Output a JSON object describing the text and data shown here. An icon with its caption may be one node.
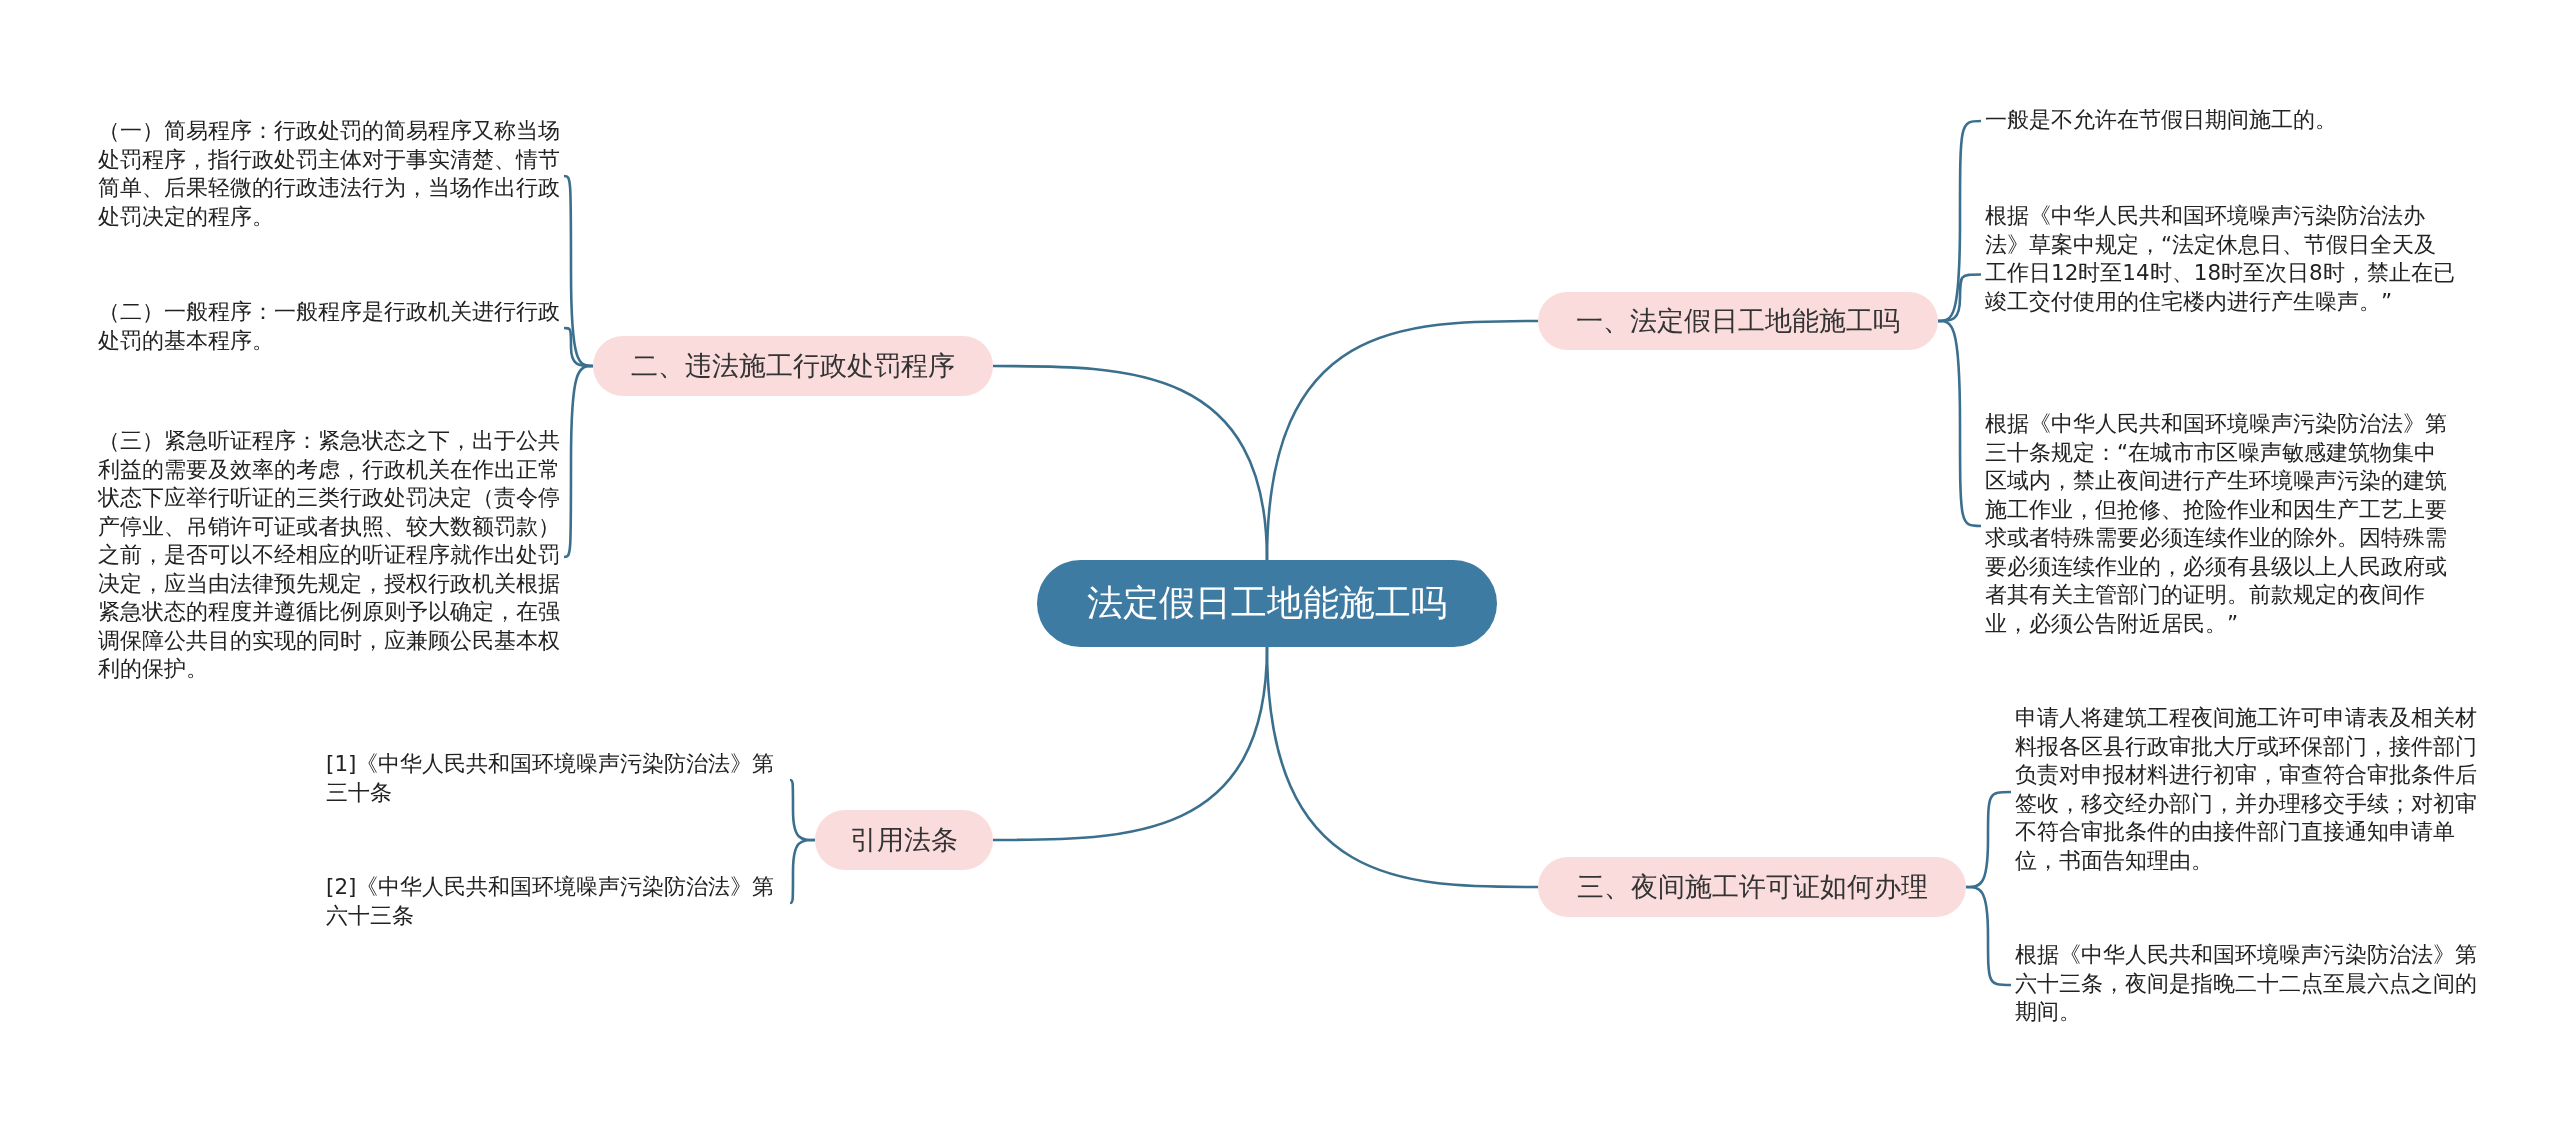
{
  "diagram": {
    "nodes": [
      {
        "text": [
          "法定假日工地能施工吗"
        ]
      },
      {
        "text": [
          "一、法定假日工地能施工吗"
        ]
      },
      {
        "text": [
          "一般是不允许在节假日期间施工的。"
        ]
      },
      {
        "text": [
          "根据《中华人民共和国环境噪声污染防治法办法》草案中规定，“法定休息日、节假日全天及工作日12时至14时、18时至次日8时，禁止在已竣工交付使用的住宅楼内进行产生噪声。”"
        ]
      },
      {
        "text": [
          "根据《中华人民共和国环境噪声污染防治法》第三十条规定：“在城市市区噪声敏感建筑物集中区域内，禁止夜间进行产生环境噪声污染的建筑施工作业，但抢修、抢险作业和因生产工艺上要求或者特殊需要必须连续作业的除外。因特殊需要必须连续作业的，必须有县级以上人民政府或者其有关主管部门的证明。前款规定的夜间作业，必须公告附近居民。”"
        ]
      },
      {
        "text": [
          "二、违法施工行政处罚程序"
        ]
      },
      {
        "text": [
          "（一）简易程序：行政处罚的简易程序又称当场处罚程序，指行政处罚主体对于事实清楚、情节简单、后果轻微的行政违法行为，当场作出行政处罚决定的程序。"
        ]
      },
      {
        "text": [
          "（二）一般程序：一般程序是行政机关进行行政处罚的基本程序。"
        ]
      },
      {
        "text": [
          "（三）紧急听证程序：紧急状态之下，出于公共利益的需要及效率的考虑，行政机关在作出正常状态下应举行听证的三类行政处罚决定（责令停产停业、吊销许可证或者执照、较大数额罚款）之前，是否可以不经相应的听证程序就作出处罚决定，应当由法律预先规定，授权行政机关根据紧急状态的程度并遵循比例原则予以确定，在强调保障公共目的实现的同时，应兼顾公民基本权利的保护。"
        ]
      },
      {
        "text": [
          "三、夜间施工许可证如何办理"
        ]
      },
      {
        "text": [
          "申请人将建筑工程夜间施工许可申请表及相关材料报各区县行政审批大厅或环保部门，接件部门负责对申报材料进行初审，审查符合审批条件后签收，移交经办部门，并办理移交手续；对初审不符合审批条件的由接件部门直接通知申请单位，书面告知理由。"
        ]
      },
      {
        "text": [
          "根据《中华人民共和国环境噪声污染防治法》第六十三条，夜间是指晚二十二点至晨六点之间的期间。"
        ]
      },
      {
        "text": [
          "引用法条"
        ]
      },
      {
        "text": [
          "[1]《中华人民共和国环境噪声污染防治法》第三十条"
        ]
      },
      {
        "text": [
          "[2]《中华人民共和国环境噪声污染防治法》第六十三条"
        ]
      }
    ],
    "edges": [
      {
        "from": 0,
        "to": 1,
        "arrow": "none"
      },
      {
        "from": 1,
        "to": 2,
        "arrow": "none"
      },
      {
        "from": 1,
        "to": 3,
        "arrow": "none"
      },
      {
        "from": 1,
        "to": 4,
        "arrow": "none"
      },
      {
        "from": 0,
        "to": 5,
        "arrow": "none"
      },
      {
        "from": 5,
        "to": 6,
        "arrow": "none"
      },
      {
        "from": 5,
        "to": 7,
        "arrow": "none"
      },
      {
        "from": 5,
        "to": 8,
        "arrow": "none"
      },
      {
        "from": 0,
        "to": 9,
        "arrow": "none"
      },
      {
        "from": 9,
        "to": 10,
        "arrow": "none"
      },
      {
        "from": 9,
        "to": 11,
        "arrow": "none"
      },
      {
        "from": 0,
        "to": 12,
        "arrow": "none"
      },
      {
        "from": 12,
        "to": 13,
        "arrow": "none"
      },
      {
        "from": 12,
        "to": 14,
        "arrow": "none"
      }
    ]
  }
}
